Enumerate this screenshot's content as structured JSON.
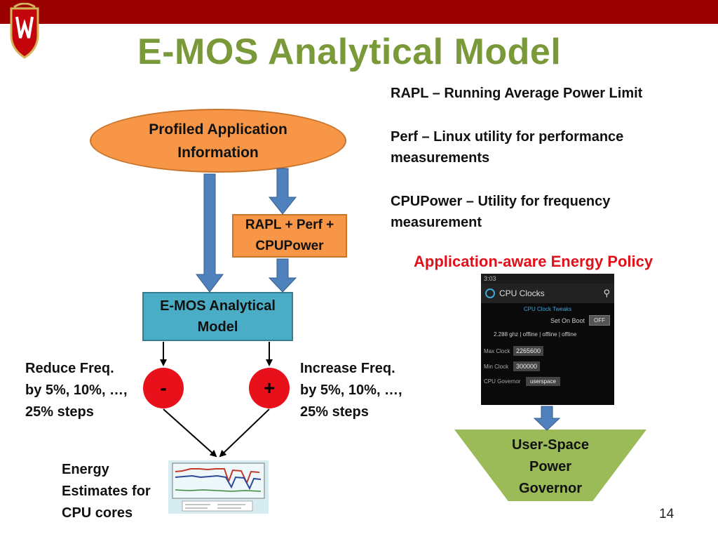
{
  "slide": {
    "title": "E-MOS Analytical Model",
    "page_number": "14"
  },
  "definitions": [
    "RAPL – Running Average Power Limit",
    "Perf – Linux utility for performance measurements",
    "CPUPower – Utility for frequency measurement"
  ],
  "flow": {
    "profiled": "Profiled Application Information",
    "tools": "RAPL + Perf + CPUPower",
    "model": "E-MOS Analytical Model",
    "minus_sign": "-",
    "plus_sign": "+",
    "reduce": [
      "Reduce Freq.",
      "by 5%, 10%, …,",
      "25% steps"
    ],
    "increase": [
      "Increase Freq.",
      "by 5%, 10%, …,",
      "25% steps"
    ],
    "energy": [
      "Energy",
      "Estimates for",
      "CPU cores"
    ]
  },
  "policy": {
    "title": "Application-aware Energy Policy",
    "governor": [
      "User-Space",
      "Power",
      "Governor"
    ]
  },
  "phone_screen": {
    "status_time": "3:03",
    "app_title": "CPU Clocks",
    "section": "CPU Clock Tweaks",
    "set_on_boot_label": "Set On Boot",
    "set_on_boot_value": "OFF",
    "cores_line": "2.288 ghz | offline | offline | offline",
    "max_clock_label": "Max Clock",
    "max_clock_value": "2265600",
    "min_clock_label": "Min Clock",
    "min_clock_value": "300000",
    "governor_label": "CPU Governor",
    "governor_value": "userspace"
  },
  "colors": {
    "top_bar": "#9b0000",
    "title": "#7a9a3a",
    "orange": "#f79646",
    "teal": "#4bacc6",
    "arrow_blue": "#4f81bd",
    "red": "#e8101a",
    "green": "#9bbb59"
  }
}
